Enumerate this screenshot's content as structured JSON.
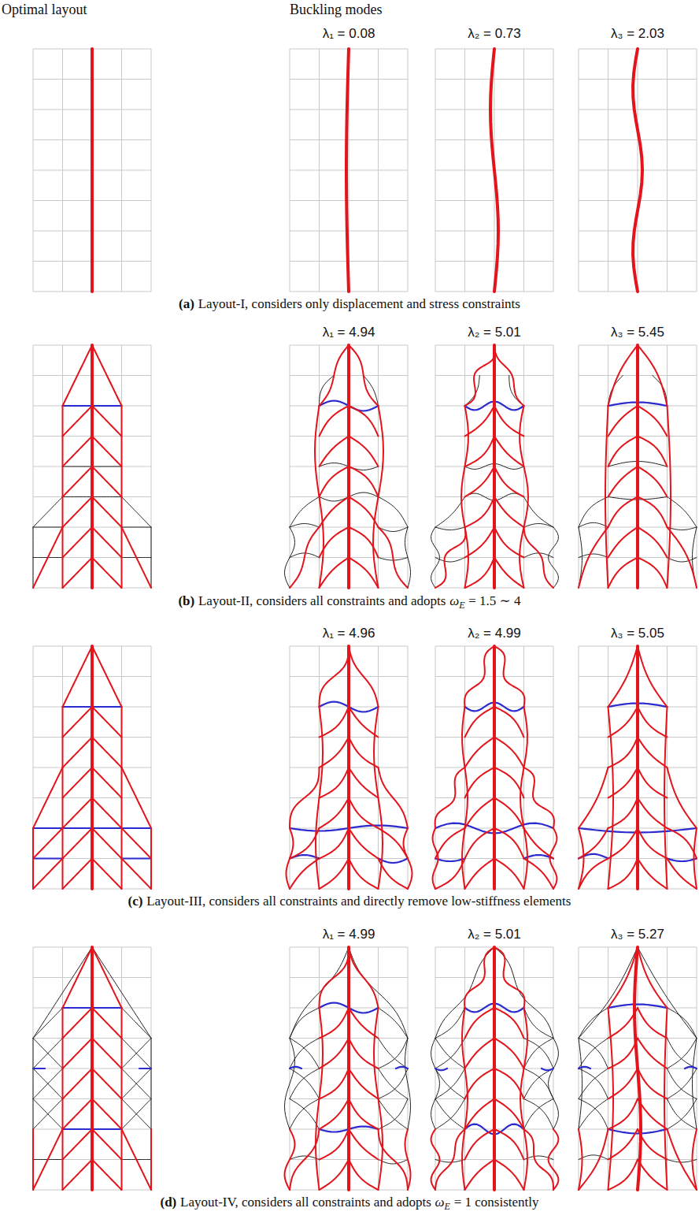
{
  "diagram": {
    "labels": [
      "Optimal layout",
      "Buckling modes",
      "λ₁ = 0.08",
      "λ₂ = 0.73",
      "λ₃ = 2.03",
      "(a)",
      "Layout-I, considers only displacement and stress constraints",
      "λ₁ = 4.94",
      "λ₂ = 5.01",
      "λ₃ = 5.45",
      "(b)",
      "Layout-II, considers all constraints and adopts",
      "ω",
      "E",
      "= 1.5 ∼ 4",
      "λ₁ = 4.96",
      "λ₂ = 4.99",
      "λ₃ = 5.05",
      "(c)",
      "Layout-III, considers all constraints and directly remove low-stiffness elements",
      "λ₁ = 4.99",
      "λ₂ = 5.01",
      "λ₃ = 5.27",
      "(d)",
      "Layout-IV, considers all constraints and adopts",
      "ω",
      "E",
      "= 1 consistently"
    ]
  }
}
